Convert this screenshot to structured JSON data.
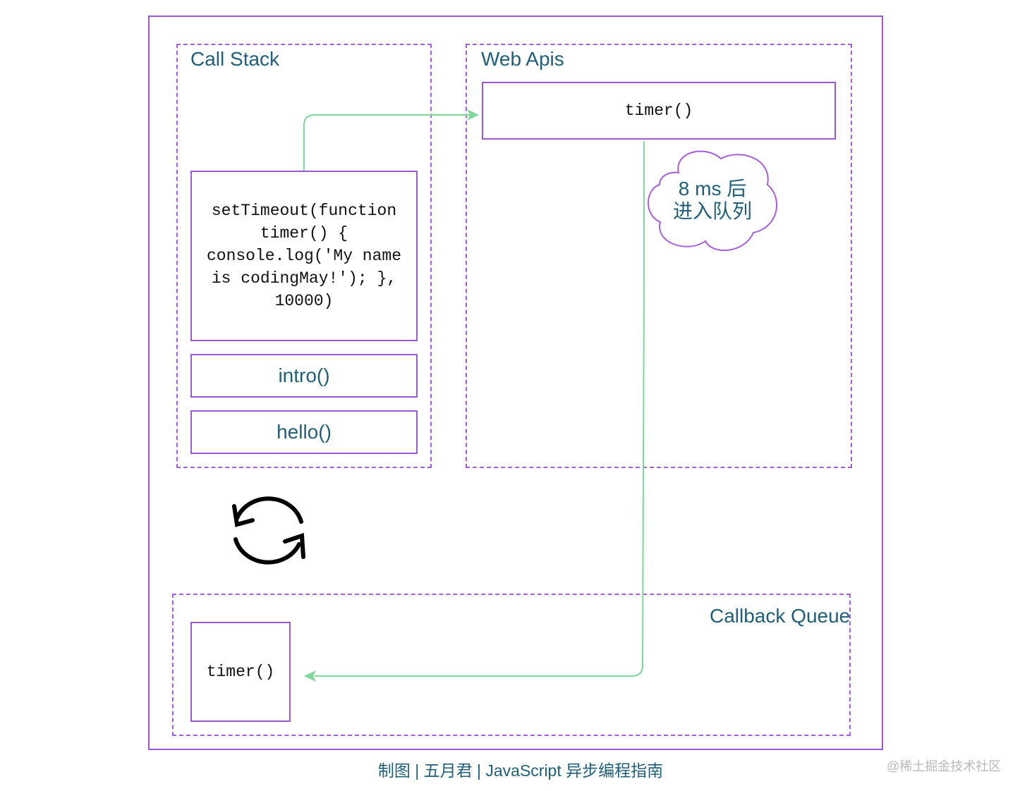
{
  "call_stack": {
    "title": "Call Stack",
    "frames": [
      "setTimeout(function timer() { console.log('My name is codingMay!'); }, 10000)",
      "intro()",
      "hello()"
    ]
  },
  "web_apis": {
    "title": "Web Apis",
    "item": "timer()",
    "note_line1": "8 ms 后",
    "note_line2": "进入队列"
  },
  "callback_queue": {
    "title": "Callback Queue",
    "item": "timer()"
  },
  "event_loop": {
    "icon": "refresh-icon"
  },
  "caption": "制图 | 五月君 | JavaScript 异步编程指南",
  "watermark": "@稀土掘金技术社区",
  "colors": {
    "border": "#9b59d0",
    "text": "#1f5f7a",
    "arrow": "#7fd89a"
  }
}
